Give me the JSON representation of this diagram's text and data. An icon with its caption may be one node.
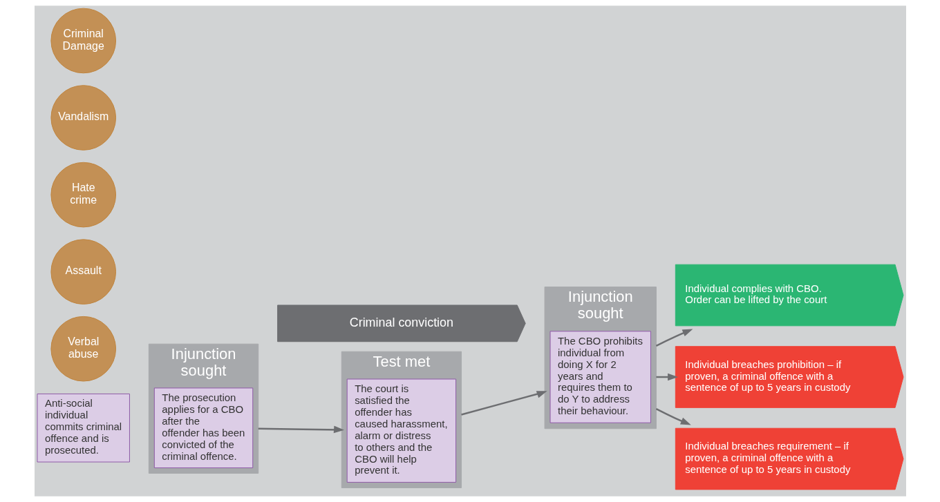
{
  "diagram": {
    "nodes": [
      {
        "text": [
          "Criminal conviction"
        ]
      },
      {
        "text": [
          "Criminal Damage"
        ]
      },
      {
        "text": [
          "Vandalism"
        ]
      },
      {
        "text": [
          "Hate crime"
        ]
      },
      {
        "text": [
          "Assault"
        ]
      },
      {
        "text": [
          "Verbal abuse"
        ]
      },
      {
        "text": [
          "Anti-social individual commits criminal offence and is prosecuted."
        ]
      },
      {
        "text": [
          "Injunction sought"
        ]
      },
      {
        "text": [
          "The prosecution applies for a CBO after the offender has been convicted of the criminal offence."
        ],
        "in": 7
      },
      {
        "text": [
          "Test met"
        ]
      },
      {
        "text": [
          "The court is satisfied the offender has caused harassment, alarm or distress to others and the CBO will help prevent it."
        ],
        "in": 9
      },
      {
        "text": [
          "Injunction sought"
        ]
      },
      {
        "text": [
          "The CBO prohibits individual from doing X for 2 years and requires them to do Y to address their behaviour."
        ],
        "in": 11
      },
      {
        "text": [
          "Individual complies with CBO. Order can be lifted by the court"
        ]
      },
      {
        "text": [
          "Individual breaches prohibition – if proven, a criminal offence with a sentence of up to 5 years in custody"
        ]
      },
      {
        "text": [
          "Individual breaches requirement – if proven, a criminal offence with a sentence of up to 5 years in custody"
        ]
      }
    ],
    "edges": [
      {
        "from": 7,
        "to": 9,
        "arrow": "to"
      },
      {
        "from": 9,
        "to": 11,
        "arrow": "to"
      },
      {
        "from": 11,
        "to": 13,
        "arrow": "to"
      },
      {
        "from": 11,
        "to": 14,
        "arrow": "to"
      },
      {
        "from": 11,
        "to": 15,
        "arrow": "to"
      }
    ]
  }
}
